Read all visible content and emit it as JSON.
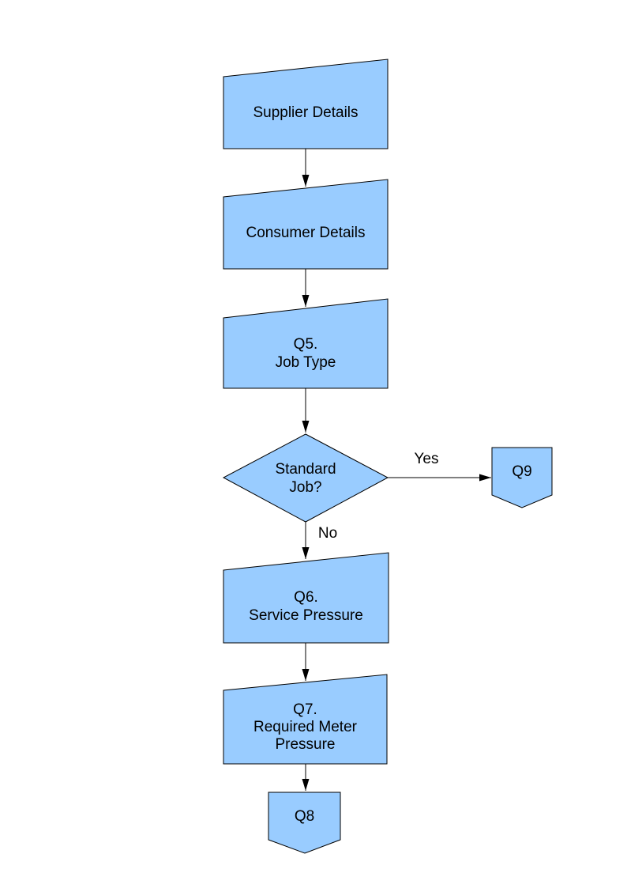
{
  "colors": {
    "page-bg": "#ffffff",
    "node-fill": "#99ccff",
    "node-stroke": "#000000",
    "arrow": "#000000",
    "text": "#000000"
  },
  "nodes": {
    "supplier": {
      "label": "Supplier Details",
      "shape": "manual-input"
    },
    "consumer": {
      "label": "Consumer Details",
      "shape": "manual-input"
    },
    "q5": {
      "label": "Q5.\nJob Type",
      "shape": "manual-input"
    },
    "standard_job": {
      "label": "Standard\nJob?",
      "shape": "decision"
    },
    "q9": {
      "label": "Q9",
      "shape": "off-page-connector"
    },
    "q6": {
      "label": "Q6.\nService Pressure",
      "shape": "manual-input"
    },
    "q7": {
      "label": "Q7.\nRequired Meter\nPressure",
      "shape": "manual-input"
    },
    "q8": {
      "label": "Q8",
      "shape": "off-page-connector"
    }
  },
  "edge_labels": {
    "yes": "Yes",
    "no": "No"
  }
}
